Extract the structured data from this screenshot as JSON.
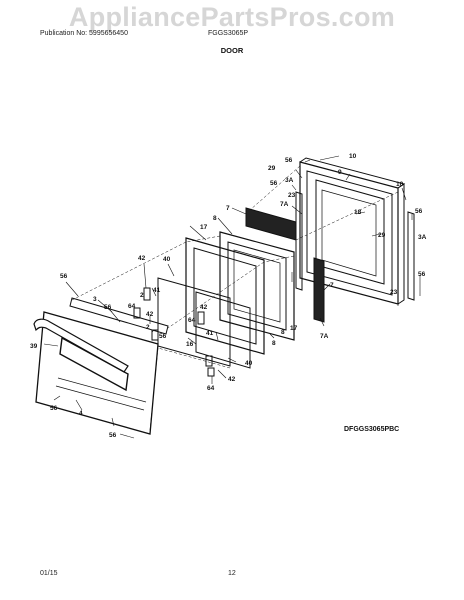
{
  "watermark": "AppliancePartsPros.com",
  "header": {
    "publication": "Publication No: 5995656450",
    "model": "FGGS3065P",
    "section": "DOOR"
  },
  "diagram_code": "DFGGS3065PBC",
  "footer": {
    "date": "01/15",
    "page": "12"
  },
  "callouts": {
    "c10a": "10",
    "c56a": "56",
    "c9": "9",
    "c29a": "29",
    "c3Aa": "3A",
    "c56b": "56",
    "c23a": "23",
    "c7Aa": "7A",
    "c10b": "10",
    "c56c": "56",
    "c3Ab": "3A",
    "c7a": "7",
    "c18": "18",
    "c29b": "29",
    "c8a": "8",
    "c17a": "17",
    "c8b": "8",
    "c17b": "17",
    "c42a": "42",
    "c40a": "40",
    "c56d": "56",
    "c7b": "7",
    "c23b": "23",
    "c3": "3",
    "c41a": "41",
    "c56e": "56",
    "c2a": "2",
    "c64a": "64",
    "c42b": "42",
    "c2b": "2",
    "c42c": "42",
    "c64b": "64",
    "c56f": "56",
    "c39": "39",
    "c16": "16",
    "c8c": "8",
    "c7Ab": "7A",
    "c41b": "41",
    "c40b": "40",
    "c4": "4",
    "c42d": "42",
    "c56g": "56",
    "c64c": "64",
    "c56h": "56",
    "c56i": "56"
  }
}
